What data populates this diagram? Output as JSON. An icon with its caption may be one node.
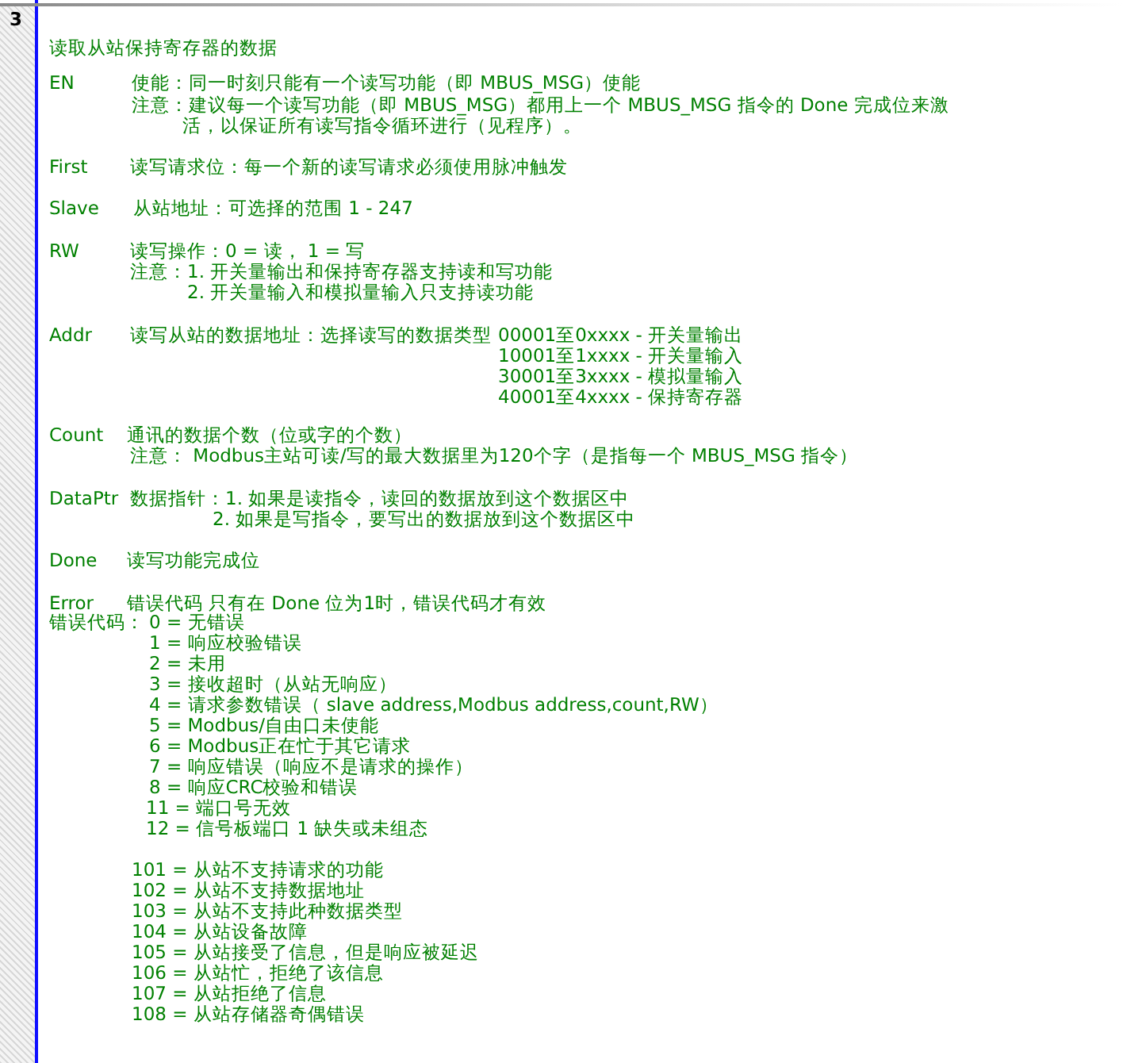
{
  "diagram": {
    "labels": [
      "3",
      "读取从站保持寄存器的数据",
      "EN",
      "使能：同一时刻只能有一个读写功能（即 MBUS_MSG）使能",
      "注意：建议每一个读写功能（即 MBUS_MSG）都用上一个 MBUS_MSG 指令的 Done 完成位来激活，以保证所有读写指令循环进行（见程序）。",
      "First",
      "读写请求位：每一个新的读写请求必须使用脉冲触发",
      "Slave",
      "从站地址：可选择的范围 1 - 247",
      "RW",
      "读写操作：0 = 读， 1 = 写",
      "注意：1. 开关量输出和保持寄存器支持读和写功能",
      "2. 开关量输入和模拟量输入只支持读功能",
      "Addr",
      "读写从站的数据地址：选择读写的数据类型",
      "00001至0xxxx - 开关量输出",
      "10001至1xxxx - 开关量输入",
      "30001至3xxxx - 模拟量输入",
      "40001至4xxxx - 保持寄存器",
      "Count",
      "通讯的数据个数（位或字的个数）",
      "注意： Modbus主站可读/写的最大数据里为120个字（是指每一个 MBUS_MSG 指令）",
      "DataPtr",
      "数据指针：1. 如果是读指令，读回的数据放到这个数据区中",
      "2. 如果是写指令，要写出的数据放到这个数据区中",
      "Done",
      "读写功能完成位",
      "Error",
      "错误代码 只有在 Done 位为1时，错误代码才有效",
      "错误代码：",
      "0 = 无错误",
      "1 = 响应校验错误",
      "2 = 未用",
      "3 = 接收超时（从站无响应）",
      "4 = 请求参数错误（ slave address,Modbus address,count,RW）",
      "5 = Modbus/自由口未使能",
      "6 = Modbus正在忙于其它请求",
      "7 = 响应错误（响应不是请求的操作）",
      "8 = 响应CRC校验和错误",
      "11 = 端口号无效",
      "12 = 信号板端口 1 缺失或未组态",
      "101 = 从站不支持请求的功能",
      "102 = 从站不支持数据地址",
      "103 = 从站不支持此种数据类型",
      "104 = 从站设备故障",
      "105 = 从站接受了信息，但是响应被延迟",
      "106 = 从站忙，拒绝了该信息",
      "107 = 从站拒绝了信息",
      "108 = 从站存储器奇偶错误"
    ]
  }
}
